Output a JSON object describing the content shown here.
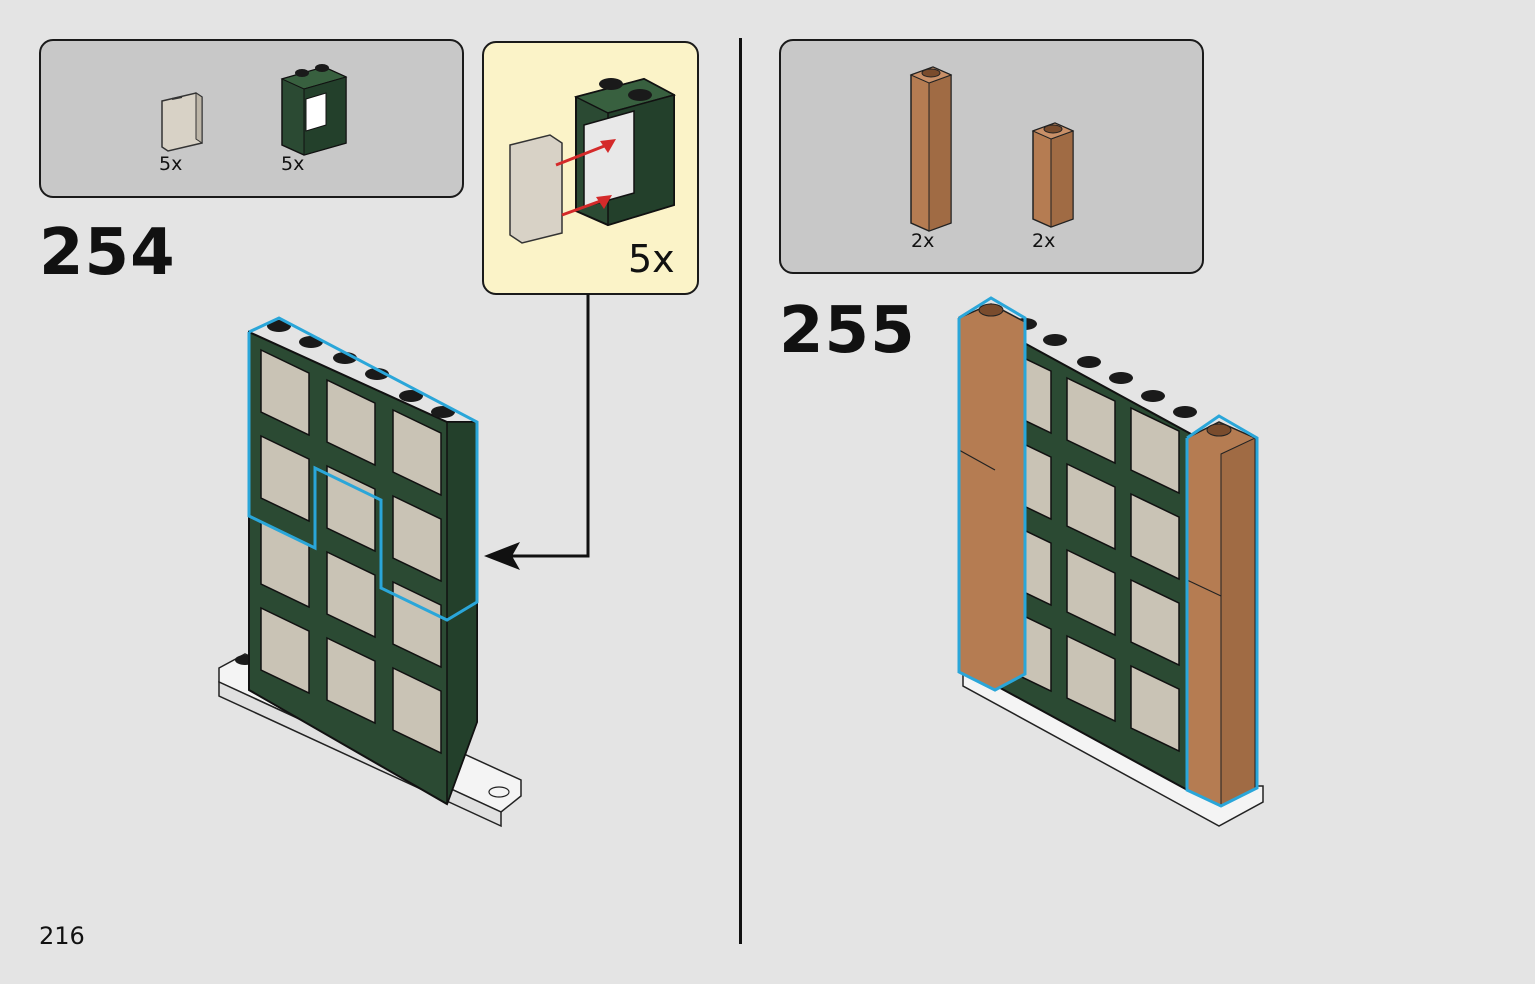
{
  "page_number": "216",
  "steps": [
    {
      "number": "254",
      "parts": [
        {
          "name": "glass-pane-icon",
          "quantity": "5x"
        },
        {
          "name": "window-frame-icon",
          "quantity": "5x"
        }
      ],
      "callout": {
        "quantity": "5x"
      }
    },
    {
      "number": "255",
      "parts": [
        {
          "name": "tall-brick-icon",
          "quantity": "2x"
        },
        {
          "name": "short-brick-icon",
          "quantity": "2x"
        }
      ]
    }
  ],
  "colors": {
    "background": "#e4e4e4",
    "parts_panel": "#c8c8c8",
    "callout_panel": "#fbf3c8",
    "frame_green": "#2b4a33",
    "glass": "#c9c3b5",
    "brick_tan": "#b57c52",
    "highlight_blue": "#2aa6d9",
    "arrow_red": "#d42a2a"
  }
}
